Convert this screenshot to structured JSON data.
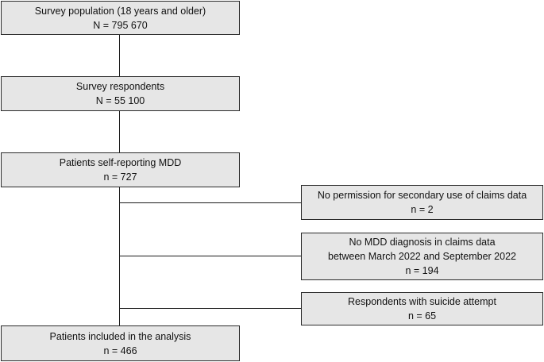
{
  "boxes": {
    "survey_population": {
      "title": "Survey population (18 years and older)",
      "count": "N = 795 670"
    },
    "survey_respondents": {
      "title": "Survey respondents",
      "count": "N = 55 100"
    },
    "self_reporting_mdd": {
      "title": "Patients self-reporting MDD",
      "count": "n = 727"
    },
    "included": {
      "title": "Patients included in the analysis",
      "count": "n = 466"
    }
  },
  "exclusions": {
    "no_permission": {
      "title": "No permission for secondary use of claims data",
      "count": "n = 2"
    },
    "no_diagnosis": {
      "line1": "No MDD diagnosis in claims data",
      "line2": "between March 2022 and September 2022",
      "count": "n = 194"
    },
    "suicide_attempt": {
      "title": "Respondents with suicide attempt",
      "count": "n = 65"
    }
  },
  "colors": {
    "box_fill": "#e6e6e6",
    "box_border": "#2b2b2b",
    "line": "#1a1a1a"
  }
}
